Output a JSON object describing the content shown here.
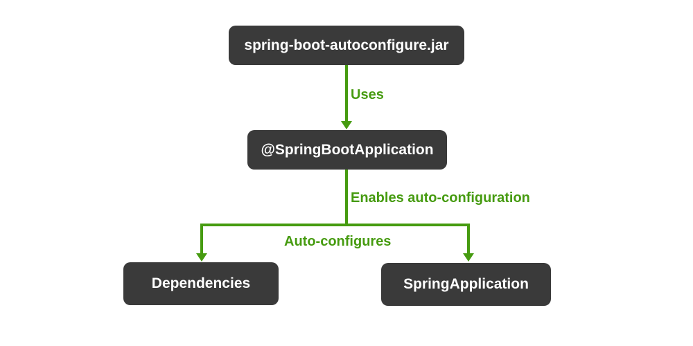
{
  "diagram": {
    "background": "#ffffff",
    "colors": {
      "node_bg": "#3a3a3a",
      "node_text": "#ffffff",
      "edge": "#469b10"
    },
    "nodes": [
      {
        "id": "spring-boot-autoconfigure-jar",
        "label": "spring-boot-autoconfigure.jar"
      },
      {
        "id": "spring-boot-application-annotation",
        "label": "@SpringBootApplication"
      },
      {
        "id": "dependencies",
        "label": "Dependencies"
      },
      {
        "id": "spring-application",
        "label": "SpringApplication"
      }
    ],
    "edges": [
      {
        "from": "spring-boot-autoconfigure-jar",
        "to": "spring-boot-application-annotation",
        "label": "Uses"
      },
      {
        "from": "spring-boot-application-annotation",
        "to": "branch",
        "label": "Enables auto-configuration"
      },
      {
        "from": "branch",
        "to": "dependencies, spring-application",
        "label": "Auto-configures"
      }
    ]
  }
}
